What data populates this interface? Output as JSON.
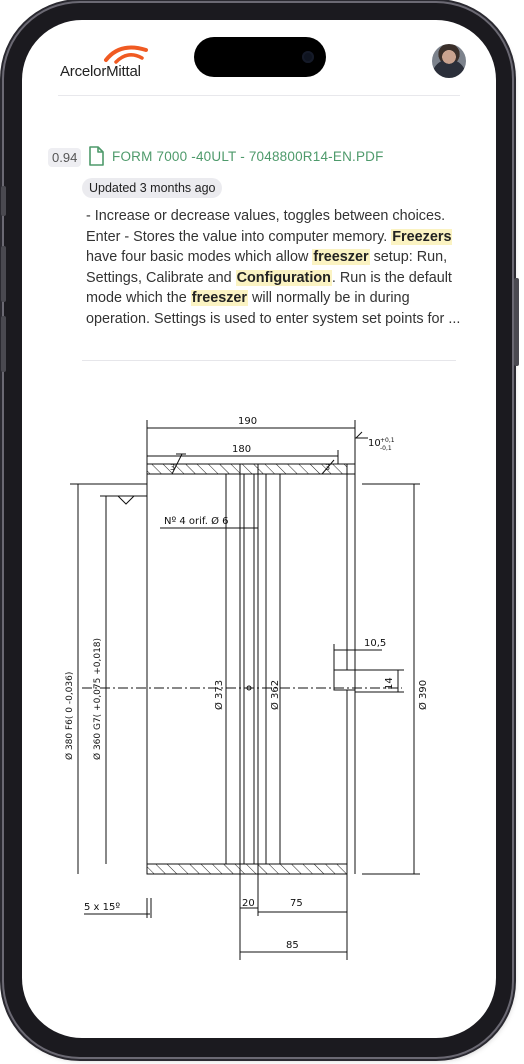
{
  "app": {
    "logo_text": "ArcelorMittal"
  },
  "result": {
    "score": "0.94",
    "file_name": "FORM 7000 -40ULT - 7048800R14-EN.PDF",
    "updated": "Updated 3 months ago",
    "snippet": {
      "p1": "- Increase or decrease values, toggles between choices. Enter - Stores the value into computer memory.",
      "hl1": "Freezers",
      "p2": "have four basic modes which allow",
      "hl2": "freeszer",
      "p3": "setup: Run, Settings, Calibrate and",
      "hl3": "Configuration",
      "p4": ". Run is the default mode which the",
      "hl4": "freeszer",
      "p5": "will normally be in during operation. Settings is used to enter system set points for ..."
    }
  },
  "drawing": {
    "dim_190": "190",
    "dim_180": "180",
    "dim_10": "10",
    "tol_10_top": "+0,1",
    "tol_10_bot": "-0,1",
    "chamfer_3a": "3",
    "chamfer_3b": "3",
    "holes": "Nº 4 orif. Ø 6",
    "dia_380": "Ø 380 F6( 0 -0,036)",
    "dia_360": "Ø 360 G7( +0,075 +0,018)",
    "dia_373": "Ø 373",
    "dia_362": "Ø 362",
    "dia_390": "Ø 390",
    "dim_10_5": "10,5",
    "dim_14": "14",
    "chamfer_5x15": "5 x 15º",
    "dim_20": "20",
    "dim_75": "75",
    "dim_85": "85"
  }
}
